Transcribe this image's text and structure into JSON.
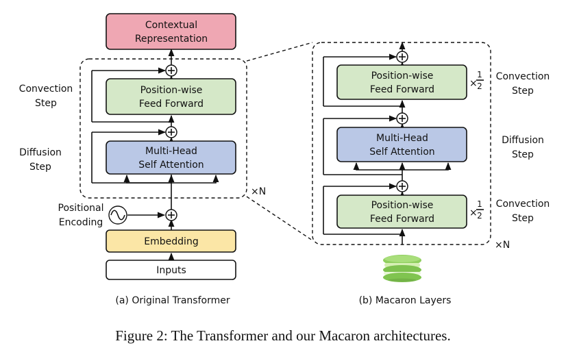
{
  "colors": {
    "contextual": "#efa7b3",
    "ffn": "#d5e8c8",
    "attention": "#bac8e6",
    "embedding": "#fbe6a6",
    "inputs": "#ffffff"
  },
  "left": {
    "contextual": [
      "Contextual",
      "Representation"
    ],
    "ffn": [
      "Position-wise",
      "Feed Forward"
    ],
    "attention": [
      "Multi-Head",
      "Self Attention"
    ],
    "embedding": "Embedding",
    "inputs": "Inputs",
    "convection": [
      "Convection",
      "Step"
    ],
    "diffusion": [
      "Diffusion",
      "Step"
    ],
    "positional": [
      "Positional",
      "Encoding"
    ],
    "repeat": "×N",
    "caption": "(a) Original Transformer"
  },
  "right": {
    "ffn_top": [
      "Position-wise",
      "Feed Forward"
    ],
    "attention": [
      "Multi-Head",
      "Self Attention"
    ],
    "ffn_bottom": [
      "Position-wise",
      "Feed Forward"
    ],
    "scale_times": "×",
    "scale_num": "1",
    "scale_den": "2",
    "convection_top": [
      "Convection",
      "Step"
    ],
    "diffusion": [
      "Diffusion",
      "Step"
    ],
    "convection_bottom": [
      "Convection",
      "Step"
    ],
    "repeat": "×N",
    "caption": "(b) Macaron Layers",
    "macaron_icon": "macaron-icon"
  },
  "figure_caption": "Figure 2: The Transformer and our Macaron architectures."
}
